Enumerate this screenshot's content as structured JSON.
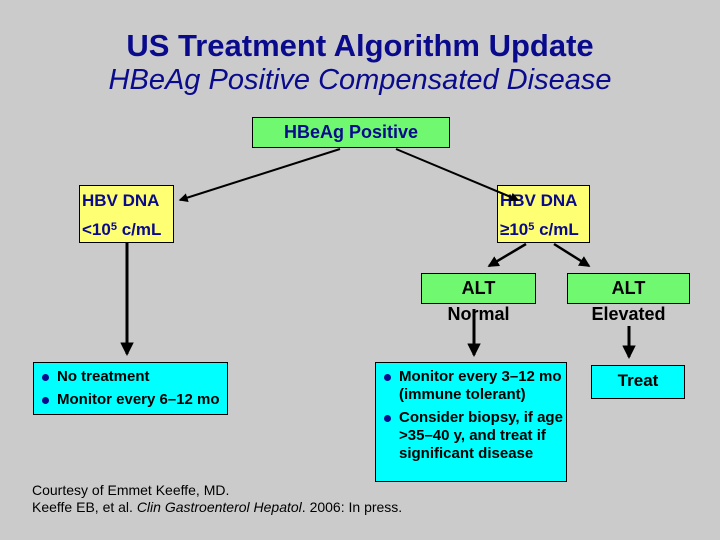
{
  "slide": {
    "title": "US Treatment Algorithm Update",
    "subtitle": "HBeAg Positive Compensated Disease"
  },
  "flowchart": {
    "root": {
      "label": "HBeAg Positive"
    },
    "low_dna": {
      "line1": "HBV DNA",
      "line2_pre": "<10",
      "line2_sup": "5",
      "line2_post": " c/mL"
    },
    "high_dna": {
      "line1": "HBV DNA",
      "line2_pre": "≥10",
      "line2_sup": "5",
      "line2_post": " c/mL"
    },
    "alt_normal": {
      "box_label": "ALT",
      "sub_label": "Normal"
    },
    "alt_elevated": {
      "box_label": "ALT",
      "sub_label": "Elevated"
    },
    "low_dna_outcome": {
      "bullets": [
        "No treatment",
        "Monitor every 6–12 mo"
      ]
    },
    "alt_normal_outcome": {
      "bullets": [
        "Monitor every 3–12 mo (immune tolerant)",
        "Consider biopsy, if age >35–40 y, and treat if significant disease"
      ]
    },
    "alt_elevated_outcome": {
      "label": "Treat"
    }
  },
  "footer": {
    "credit": "Courtesy of Emmet Keeffe, MD.",
    "citation_pre": "Keeffe EB, et al. ",
    "citation_italic": "Clin Gastroenterol Hepatol",
    "citation_post": ". 2006: In press."
  },
  "colors": {
    "background": "#cbcbcb",
    "title_navy": "#0a0a8c",
    "node_green": "#70f871",
    "node_yellow": "#ffff73",
    "node_cyan": "#00ffff",
    "text_black": "#000000",
    "arrow_black": "#000000"
  }
}
